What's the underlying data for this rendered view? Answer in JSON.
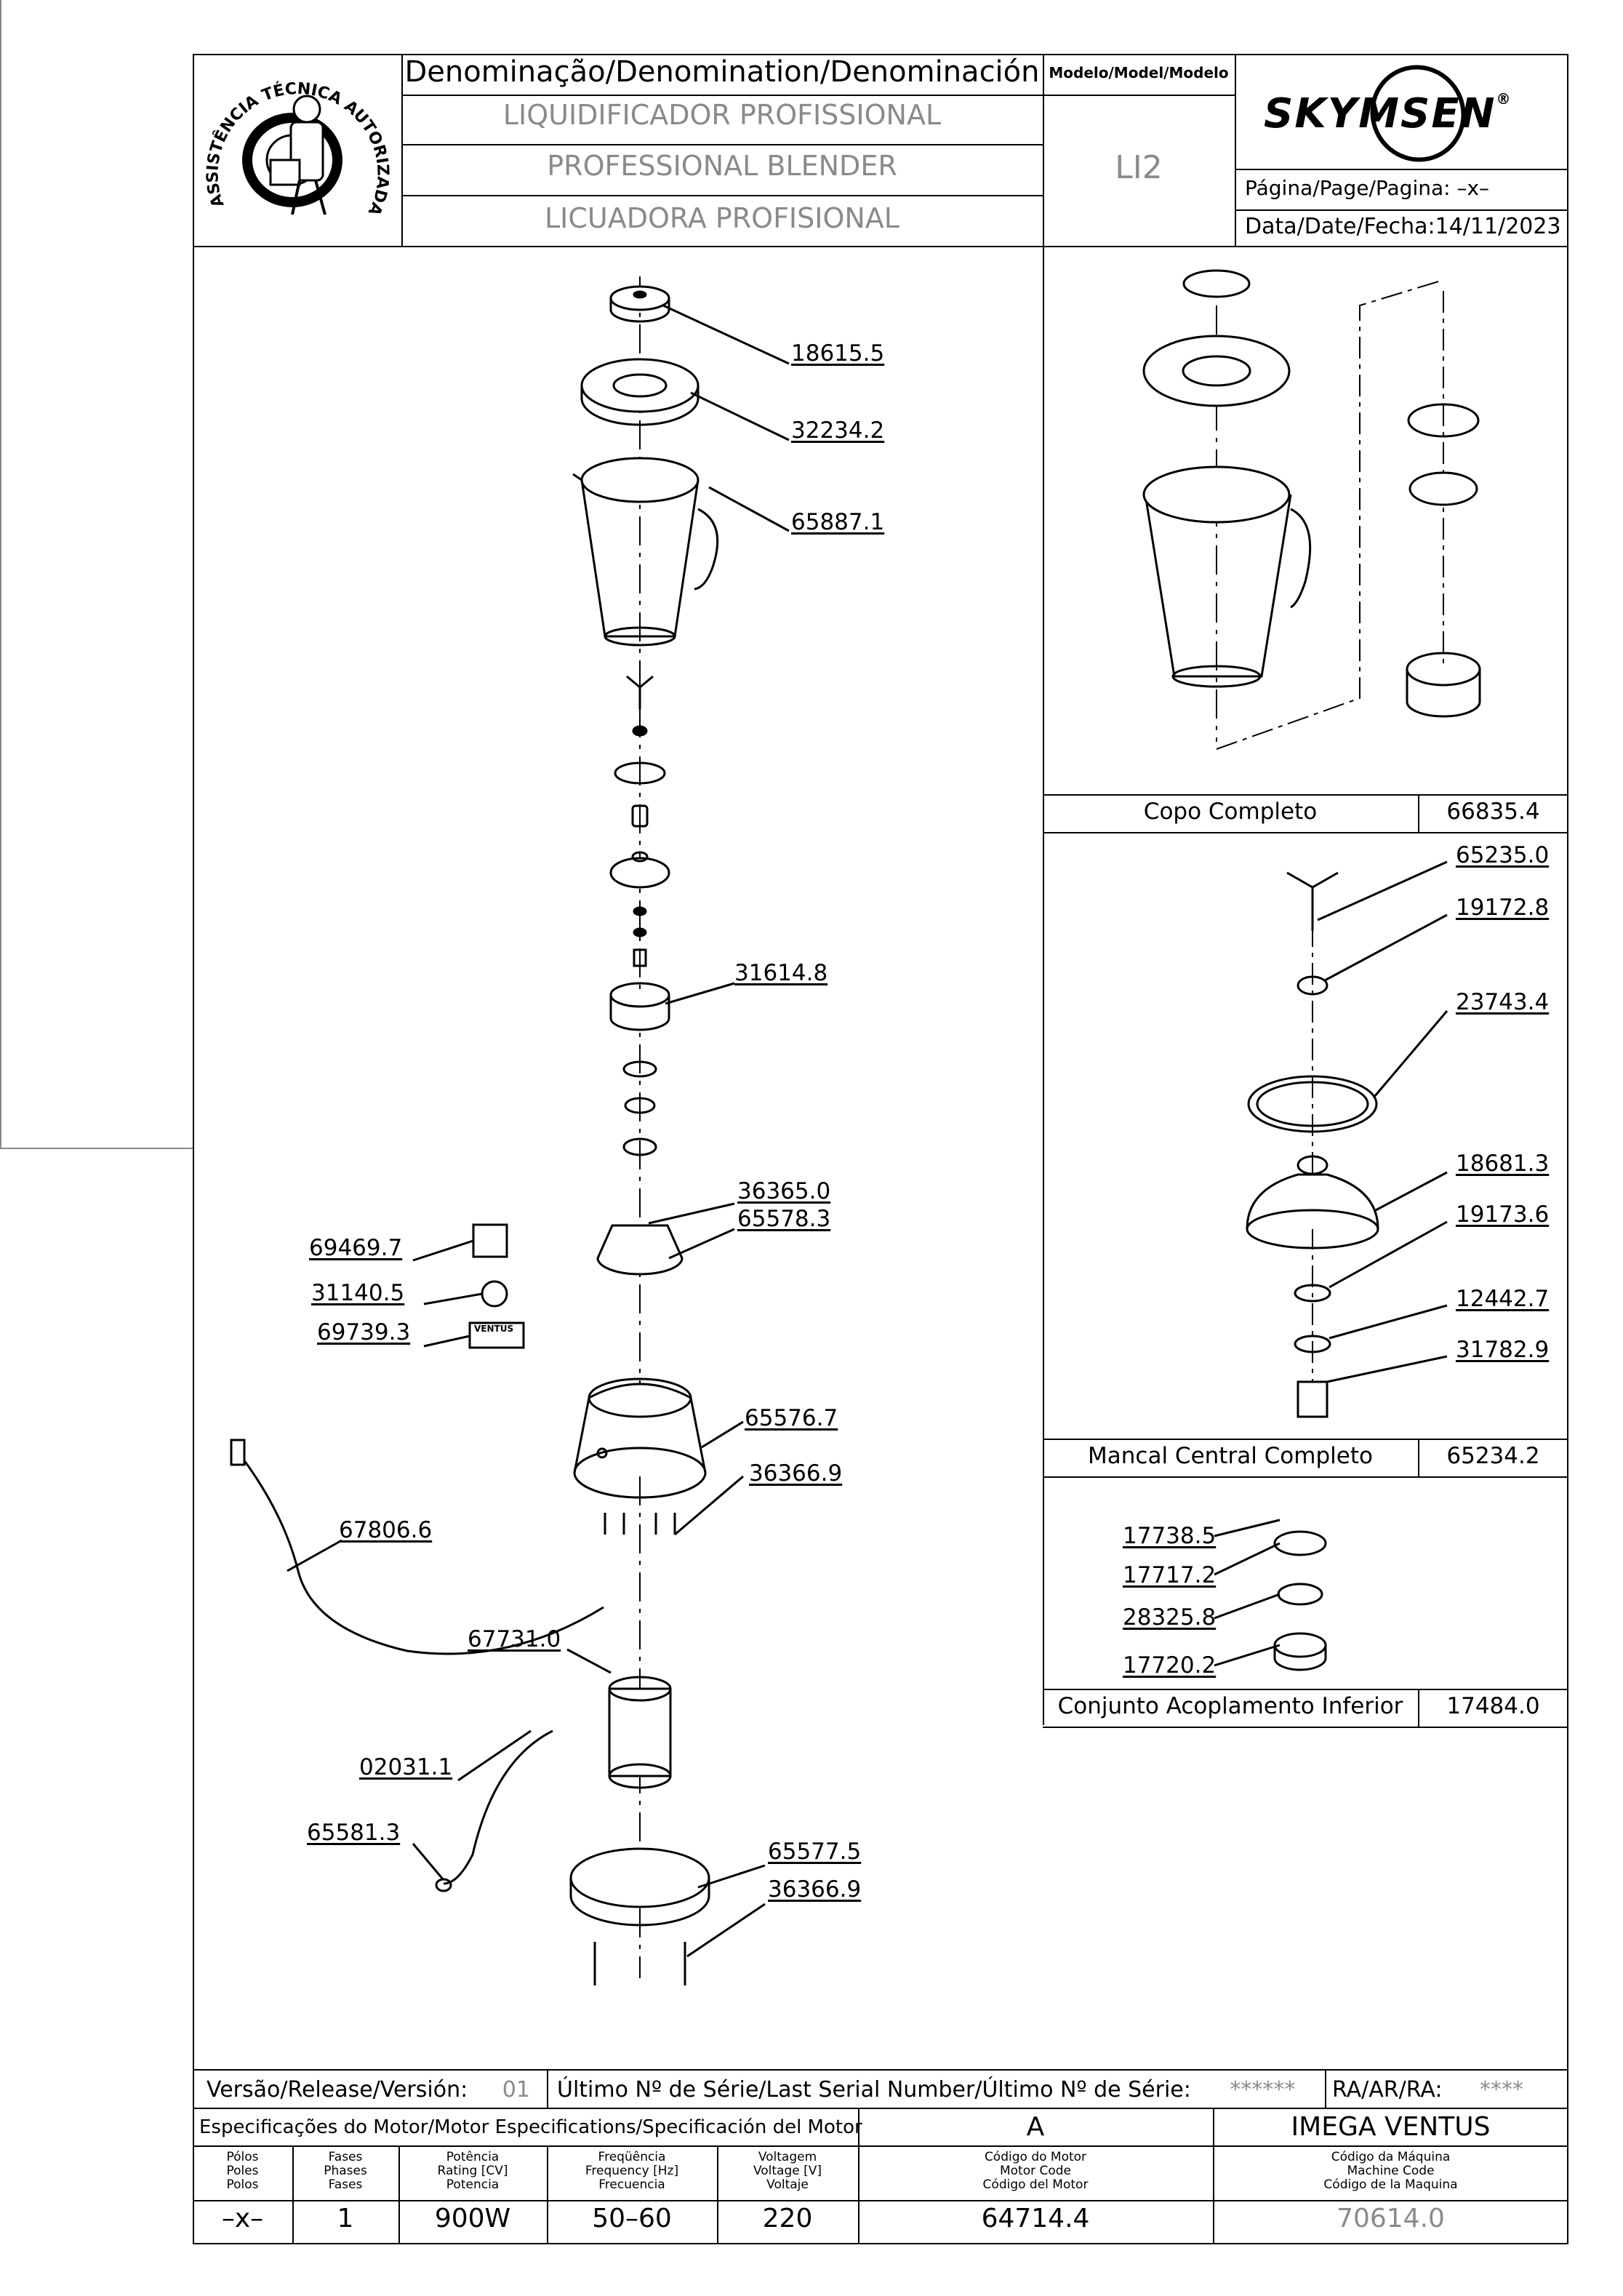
{
  "header": {
    "denomination_title": "Denominação/Denomination/Denominación",
    "name_pt": "LIQUIDIFICADOR  PROFISSIONAL",
    "name_en": "PROFESSIONAL  BLENDER",
    "name_es": "LICUADORA  PROFISIONAL",
    "model_label": "Modelo/Model/Modelo",
    "model_value": "LI2",
    "brand": "SKYMSEN",
    "brand_reg": "®",
    "page_label": "Página/Page/Pagina: –x–",
    "date_label": "Data/Date/Fecha:",
    "date_value": "14/11/2023",
    "seal_text": "ASSISTÊNCIA TÉCNICA AUTORIZADA"
  },
  "main_parts": [
    "18615.5",
    "32234.2",
    "65887.1",
    "31614.8",
    "36365.0",
    "65578.3",
    "69469.7",
    "31140.5",
    "69739.3",
    "65576.7",
    "36366.9",
    "67806.6",
    "67731.0",
    "02031.1",
    "65581.3",
    "65577.5",
    "36366.9"
  ],
  "badges": {
    "label_69739": "VENTUS"
  },
  "assemblies": {
    "copo": {
      "name": "Copo  Completo",
      "code": "66835.4"
    },
    "mancal": {
      "name": "Mancal  Central  Completo",
      "code": "65234.2",
      "parts": [
        "65235.0",
        "19172.8",
        "23743.4",
        "18681.3",
        "19173.6",
        "12442.7",
        "31782.9"
      ]
    },
    "acoplamento": {
      "name": "Conjunto  Acoplamento  Inferior",
      "code": "17484.0",
      "parts": [
        "17738.5",
        "17717.2",
        "28325.8",
        "17720.2"
      ]
    }
  },
  "footer": {
    "version_label": "Versão/Release/Versión:",
    "version_value": "01",
    "serial_label": "Último  Nº  de  Série/Last  Serial  Number/Último  Nº  de  Série:",
    "serial_value": "******",
    "ra_label": "RA/AR/RA:",
    "ra_value": "****",
    "spec_title": "Especificações  do  Motor/Motor  Especifications/Specificación  del  Motor",
    "spec_code": "A",
    "machine_name": "IMEGA  VENTUS",
    "columns": [
      {
        "h1": "Pólos",
        "h2": "Poles",
        "h3": "Polos",
        "value": "–x–"
      },
      {
        "h1": "Fases",
        "h2": "Phases",
        "h3": "Fases",
        "value": "1"
      },
      {
        "h1": "Potência",
        "h2": "Rating [CV]",
        "h3": "Potencia",
        "value": "900W"
      },
      {
        "h1": "Freqüência",
        "h2": "Frequency [Hz]",
        "h3": "Frecuencia",
        "value": "50–60"
      },
      {
        "h1": "Voltagem",
        "h2": "Voltage [V]",
        "h3": "Voltaje",
        "value": "220"
      },
      {
        "h1": "Código do Motor",
        "h2": "Motor Code",
        "h3": "Código del Motor",
        "value": "64714.4"
      },
      {
        "h1": "Código da Máquina",
        "h2": "Machine Code",
        "h3": "Código de la Maquina",
        "value": "70614.0"
      }
    ]
  }
}
